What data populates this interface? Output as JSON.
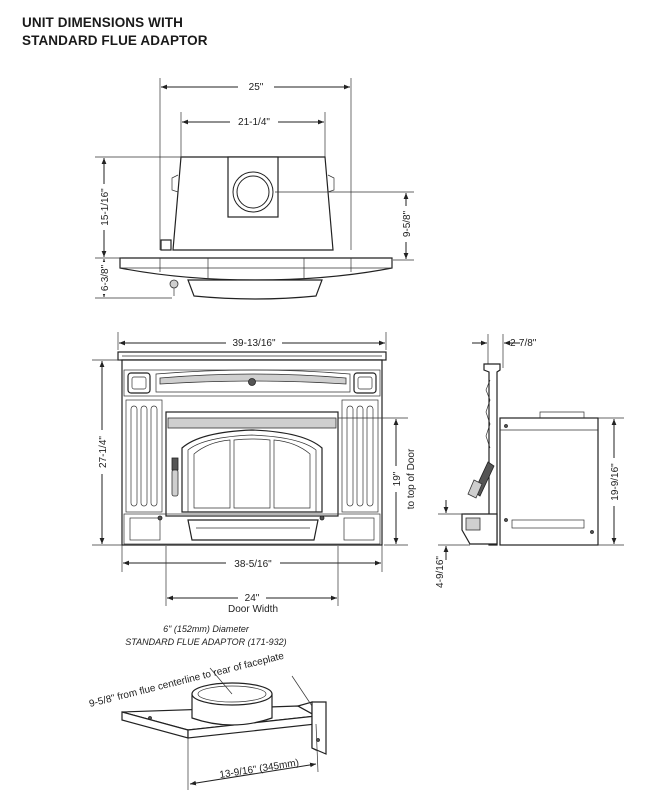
{
  "title": {
    "line1": "UNIT DIMENSIONS WITH",
    "line2": "STANDARD FLUE ADAPTOR"
  },
  "top_view": {
    "overall_width": "25\"",
    "body_width": "21-1/4\"",
    "body_depth": "15-1/16\"",
    "flue_offset": "9-5/8\"",
    "faceplate_depth": "6-3/8\""
  },
  "front_view": {
    "overall_width": "39-13/16\"",
    "overall_height": "27-1/4\"",
    "base_width": "38-5/16\"",
    "door_height_value": "19\"",
    "door_height_label": "to top of Door",
    "door_width_value": "24\"",
    "door_width_label": "Door Width"
  },
  "side_view": {
    "faceplate_thickness": "2-7/8\"",
    "overall_height": "19-9/16\"",
    "bottom_offset": "4-9/16\""
  },
  "adaptor": {
    "caption_line1": "6\" (152mm) Diameter",
    "caption_line2": "STANDARD FLUE ADAPTOR (171-932)",
    "flue_to_faceplate": "9-5/8\" from flue centerline to rear of faceplate",
    "plate_depth": "13-9/16\" (345mm)"
  }
}
